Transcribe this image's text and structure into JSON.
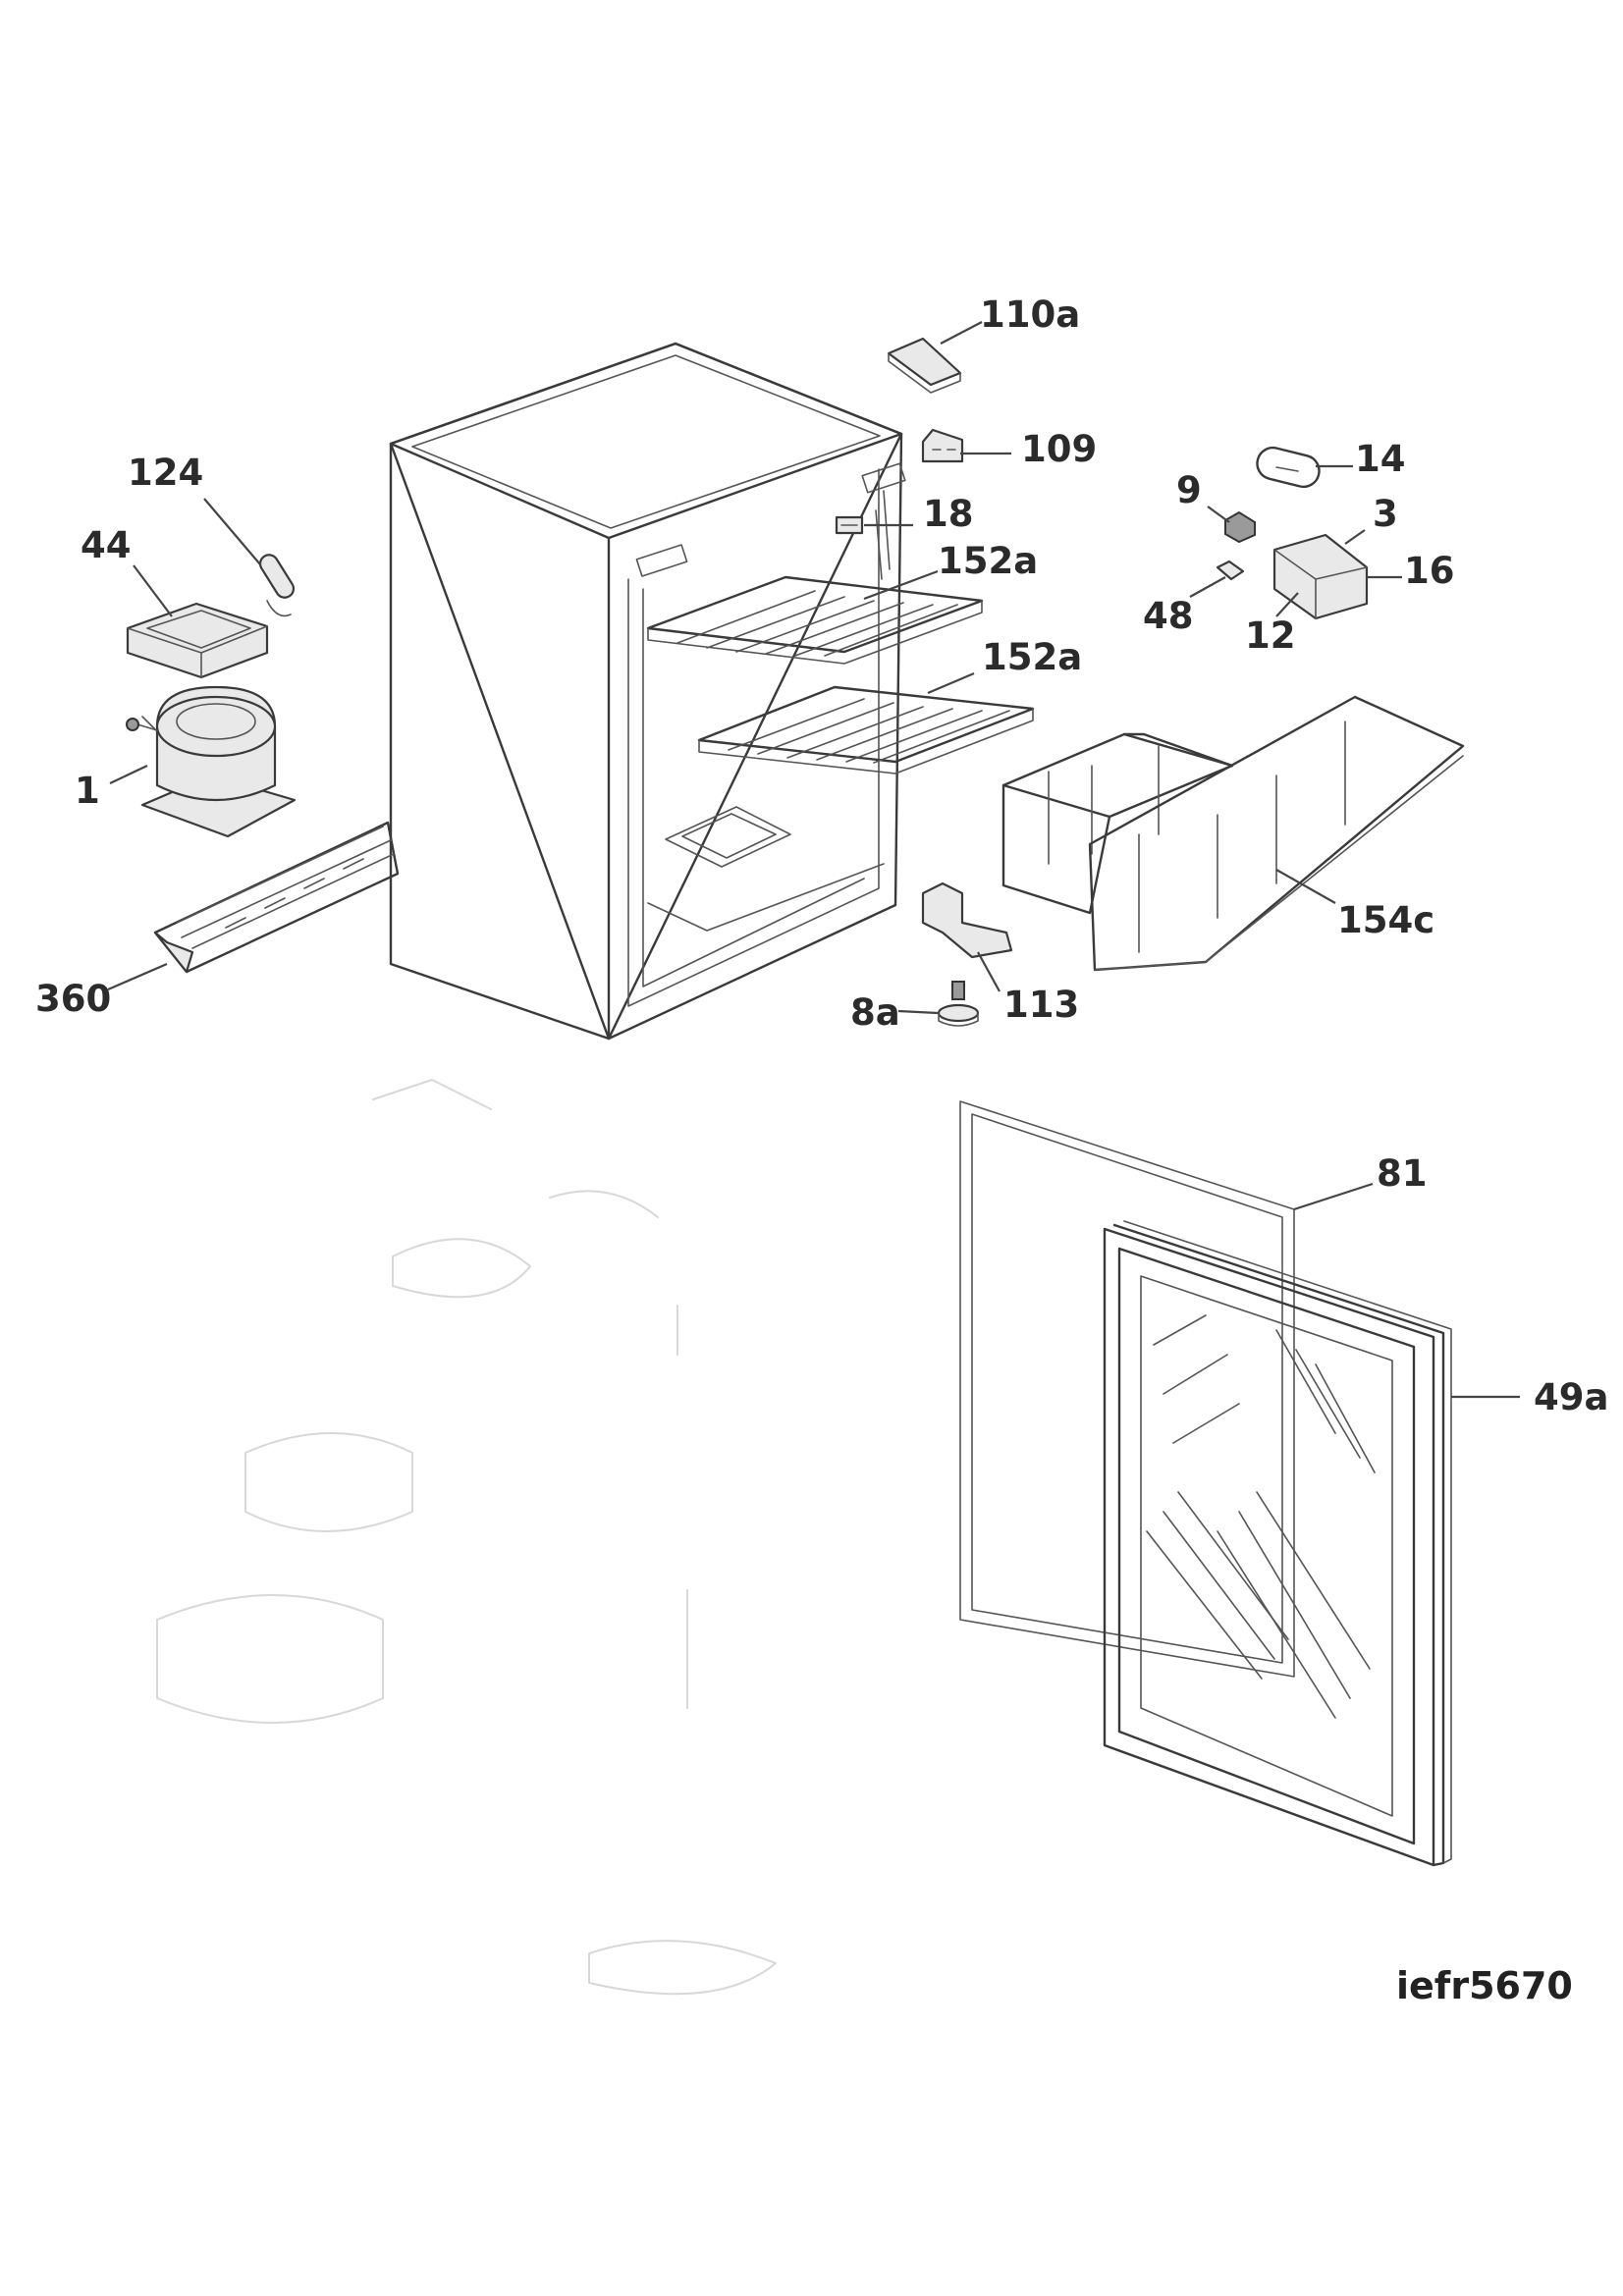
{
  "diagram_reference": "iefr5670",
  "callouts": {
    "p110a": "110a",
    "p109": "109",
    "p14": "14",
    "p124": "124",
    "p9": "9",
    "p18": "18",
    "p3": "3",
    "p44": "44",
    "p152a_upper": "152a",
    "p16": "16",
    "p48": "48",
    "p12": "12",
    "p152a_lower": "152a",
    "p1": "1",
    "p154c": "154c",
    "p360": "360",
    "p113": "113",
    "p8a": "8a",
    "p81": "81",
    "p49a": "49a"
  }
}
